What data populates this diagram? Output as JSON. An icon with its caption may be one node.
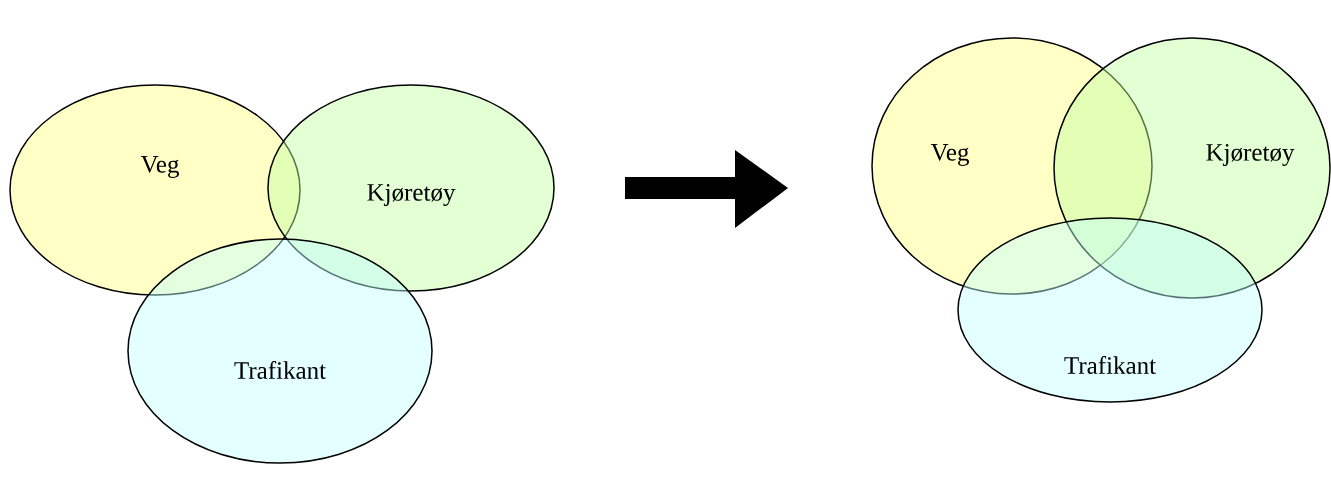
{
  "diagram": {
    "nodes": [
      {
        "text": [
          "Veg"
        ]
      },
      {
        "text": [
          "Kjøretøy"
        ]
      },
      {
        "text": [
          "Trafikant"
        ]
      },
      {
        "text": [
          "Veg"
        ]
      },
      {
        "text": [
          "Kjøretøy"
        ]
      },
      {
        "text": [
          "Trafikant"
        ]
      }
    ]
  }
}
